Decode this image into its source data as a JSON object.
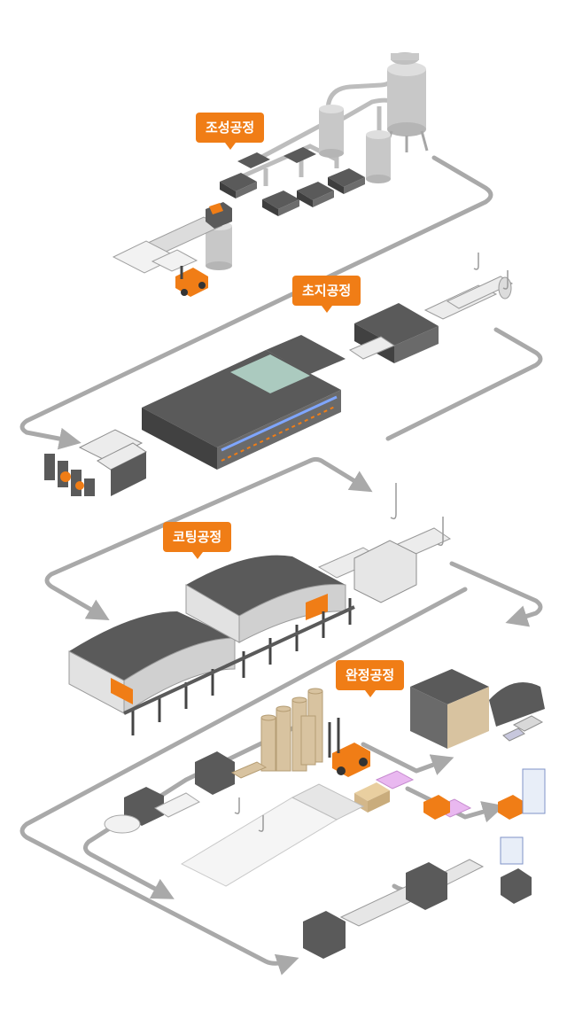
{
  "stages": [
    {
      "label": "조성공정"
    },
    {
      "label": "초지공정"
    },
    {
      "label": "코팅공정"
    },
    {
      "label": "완정공정"
    }
  ],
  "colors": {
    "accent": "#f07d16",
    "flow_line": "#a9a9a9",
    "machine_dark": "#58595b",
    "machine_light": "#e6e6e6",
    "tank": "#c4c4c4",
    "paper_roll": "#d8c3a0",
    "packaged_goods": "#e9b8f0"
  },
  "icons": [
    "tank-icon",
    "pulper-icon",
    "forklift-icon",
    "crane-hook-icon",
    "paper-roll-icon",
    "warehouse-icon",
    "truck-icon",
    "conveyor-icon"
  ]
}
